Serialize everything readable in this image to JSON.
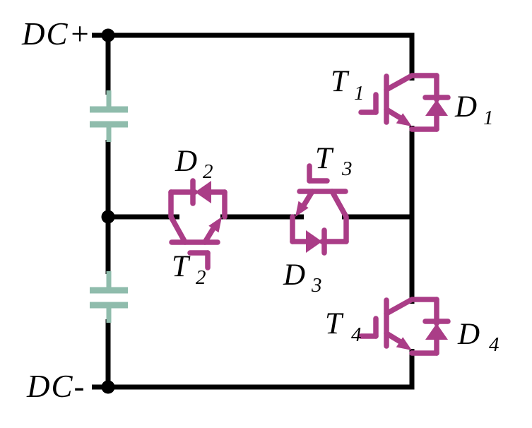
{
  "colors": {
    "wire": "#000000",
    "device": "#AA3D87",
    "capacitor": "#8FBCAC",
    "label": "#000000",
    "background": "#FFFFFF"
  },
  "rails": {
    "positive_label": "DC+",
    "negative_label": "DC-"
  },
  "devices": {
    "t1": {
      "transistor": {
        "letter": "T",
        "sub": "1"
      },
      "diode": {
        "letter": "D",
        "sub": "1"
      }
    },
    "t2": {
      "transistor": {
        "letter": "T",
        "sub": "2"
      },
      "diode": {
        "letter": "D",
        "sub": "2"
      }
    },
    "t3": {
      "transistor": {
        "letter": "T",
        "sub": "3"
      },
      "diode": {
        "letter": "D",
        "sub": "3"
      }
    },
    "t4": {
      "transistor": {
        "letter": "T",
        "sub": "4"
      },
      "diode": {
        "letter": "D",
        "sub": "4"
      }
    }
  }
}
